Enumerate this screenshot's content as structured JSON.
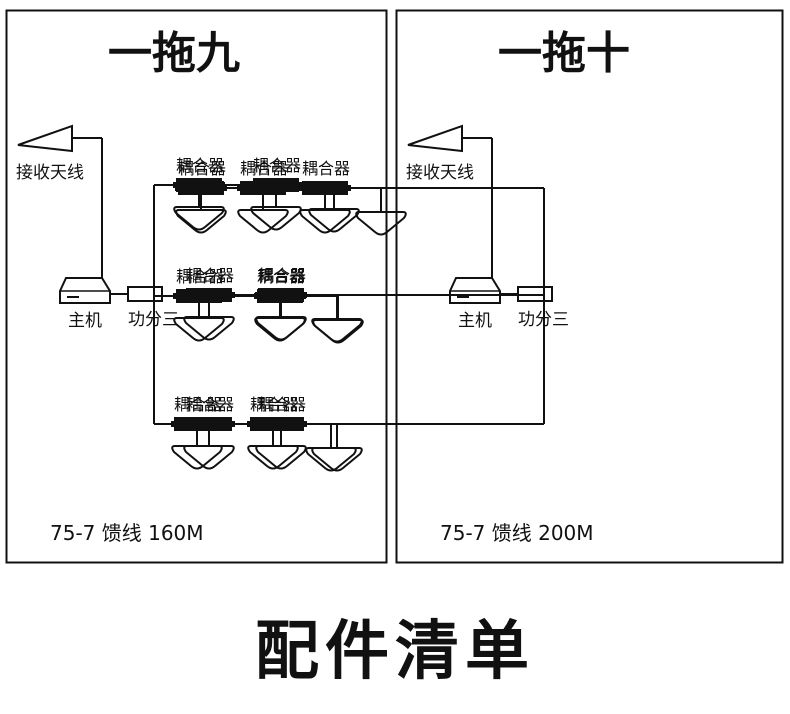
{
  "footer": {
    "title": "配件清单"
  },
  "panels": [
    {
      "title": "一拖九",
      "antenna_label": "接收天线",
      "host_label": "主机",
      "splitter_label": "功分三",
      "coupler_label": "耦合器",
      "cable_text": "75-7 馈线 160M",
      "rows": [
        {
          "couplers": 2,
          "antennas": 3
        },
        {
          "couplers": 2,
          "antennas": 3
        },
        {
          "couplers": 2,
          "antennas": 3
        }
      ]
    },
    {
      "title": "一拖十",
      "antenna_label": "接收天线",
      "host_label": "主机",
      "splitter_label": "功分三",
      "coupler_label": "耦合器",
      "cable_text": "75-7 馈线 200M",
      "rows": [
        {
          "couplers": 3,
          "antennas": 4
        },
        {
          "couplers": 2,
          "antennas": 3
        },
        {
          "couplers": 2,
          "antennas": 3
        }
      ]
    }
  ]
}
